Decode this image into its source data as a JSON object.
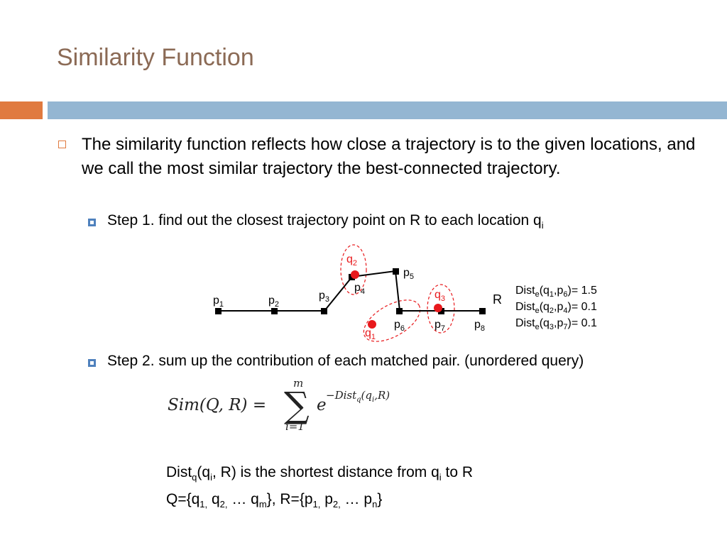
{
  "slide": {
    "title": "Similarity Function",
    "accent_colors": {
      "orange": "#e07a3f",
      "blue": "#94b6d2",
      "title": "#8b6a55",
      "point_red": "#e8191c"
    }
  },
  "bullets": {
    "main": "The similarity function reflects how close a trajectory is to the given locations, and we call the most similar trajectory the best-connected trajectory.",
    "step1_text": "Step 1. find out the closest trajectory point on R to each location q",
    "step1_sub": "i",
    "step2_text": "Step 2. sum up the contribution of each matched pair. (unordered query)"
  },
  "diagram": {
    "trajectory_label": "R",
    "points": [
      {
        "base": "p",
        "sub": "1"
      },
      {
        "base": "p",
        "sub": "2"
      },
      {
        "base": "p",
        "sub": "3"
      },
      {
        "base": "p",
        "sub": "4"
      },
      {
        "base": "p",
        "sub": "5"
      },
      {
        "base": "p",
        "sub": "6"
      },
      {
        "base": "p",
        "sub": "7"
      },
      {
        "base": "p",
        "sub": "8"
      }
    ],
    "queries": [
      {
        "base": "q",
        "sub": "1"
      },
      {
        "base": "q",
        "sub": "2"
      },
      {
        "base": "q",
        "sub": "3"
      }
    ],
    "distances": [
      {
        "pre": "Dist",
        "e": "e",
        "args": "(q",
        "a": "1",
        "mid": ",p",
        "b": "6",
        "val": ")= 1.5"
      },
      {
        "pre": "Dist",
        "e": "e",
        "args": "(q",
        "a": "2",
        "mid": ",p",
        "b": "4",
        "val": ")= 0.1"
      },
      {
        "pre": "Dist",
        "e": "e",
        "args": "(q",
        "a": "3",
        "mid": ",p",
        "b": "7",
        "val": ")= 0.1"
      }
    ]
  },
  "formula": {
    "lhs": "Sim(Q, R) =",
    "sum_top": "m",
    "sum_bottom": "i=1",
    "base": "e",
    "exponent": "−Dist",
    "exp_sub": "q",
    "exp_args": "(q",
    "exp_args_sub": "i",
    "exp_args_end": ",R)"
  },
  "notes": {
    "line1": {
      "a": "Dist",
      "a_sub": "q",
      "b": "(q",
      "b_sub": "i",
      "c": ", R) is the shortest distance from q",
      "c_sub": "i",
      "d": " to R"
    },
    "line2": {
      "a": "Q={q",
      "s1": "1,",
      "b": " q",
      "s2": "2,",
      "c": " … q",
      "s3": "m",
      "d": "}, R={p",
      "s4": "1,",
      "e": " p",
      "s5": "2,",
      "f": " … p",
      "s6": "n",
      "g": "}"
    }
  }
}
